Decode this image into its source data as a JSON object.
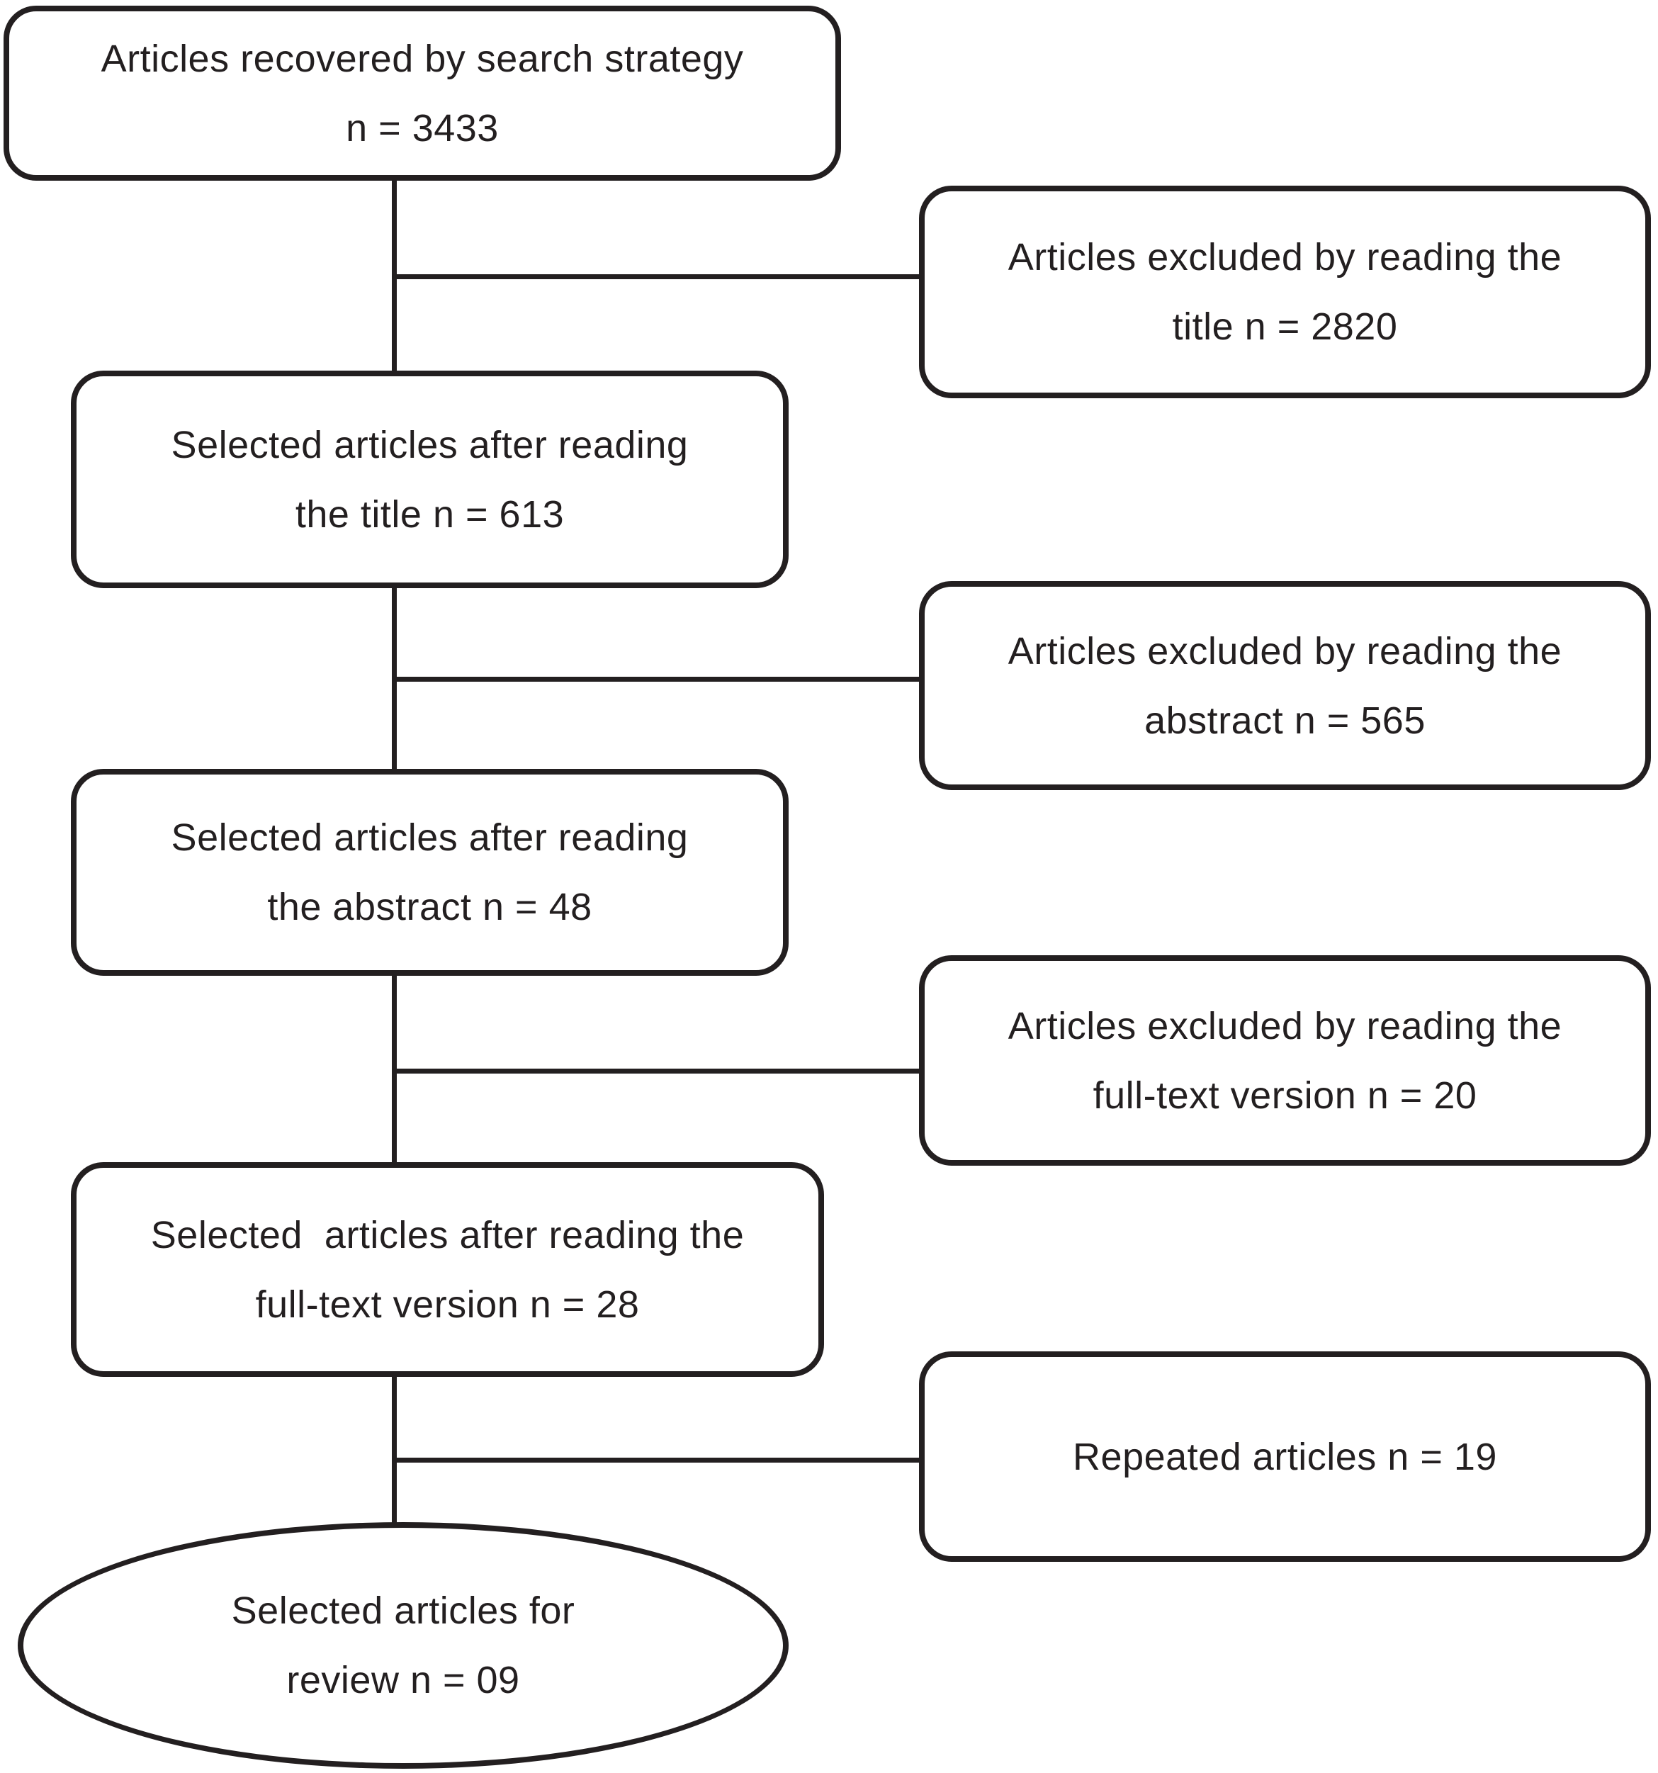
{
  "diagram": {
    "background_color": "#ffffff",
    "line_color": "#231f20",
    "nodes": [
      {
        "id": "recovered",
        "shape": "rounded-rect",
        "lines": [
          "Articles recovered by search strategy",
          "n = 3433"
        ]
      },
      {
        "id": "excluded-title",
        "shape": "rounded-rect",
        "lines": [
          "Articles excluded by reading the",
          "title n = 2820"
        ]
      },
      {
        "id": "selected-title",
        "shape": "rounded-rect",
        "lines": [
          "Selected articles after reading",
          "the title n = 613"
        ]
      },
      {
        "id": "excluded-abstract",
        "shape": "rounded-rect",
        "lines": [
          "Articles excluded by reading the",
          "abstract n = 565"
        ]
      },
      {
        "id": "selected-abstract",
        "shape": "rounded-rect",
        "lines": [
          "Selected articles after reading",
          "the abstract n = 48"
        ]
      },
      {
        "id": "excluded-fulltext",
        "shape": "rounded-rect",
        "lines": [
          "Articles excluded by reading the",
          "full-text version n = 20"
        ]
      },
      {
        "id": "selected-fulltext",
        "shape": "rounded-rect",
        "lines": [
          "Selected  articles after reading the",
          "full-text version n = 28"
        ]
      },
      {
        "id": "repeated",
        "shape": "rounded-rect",
        "lines": [
          "Repeated articles n = 19"
        ]
      },
      {
        "id": "selected-review",
        "shape": "ellipse",
        "lines": [
          "Selected articles for",
          "review n = 09"
        ]
      }
    ]
  }
}
